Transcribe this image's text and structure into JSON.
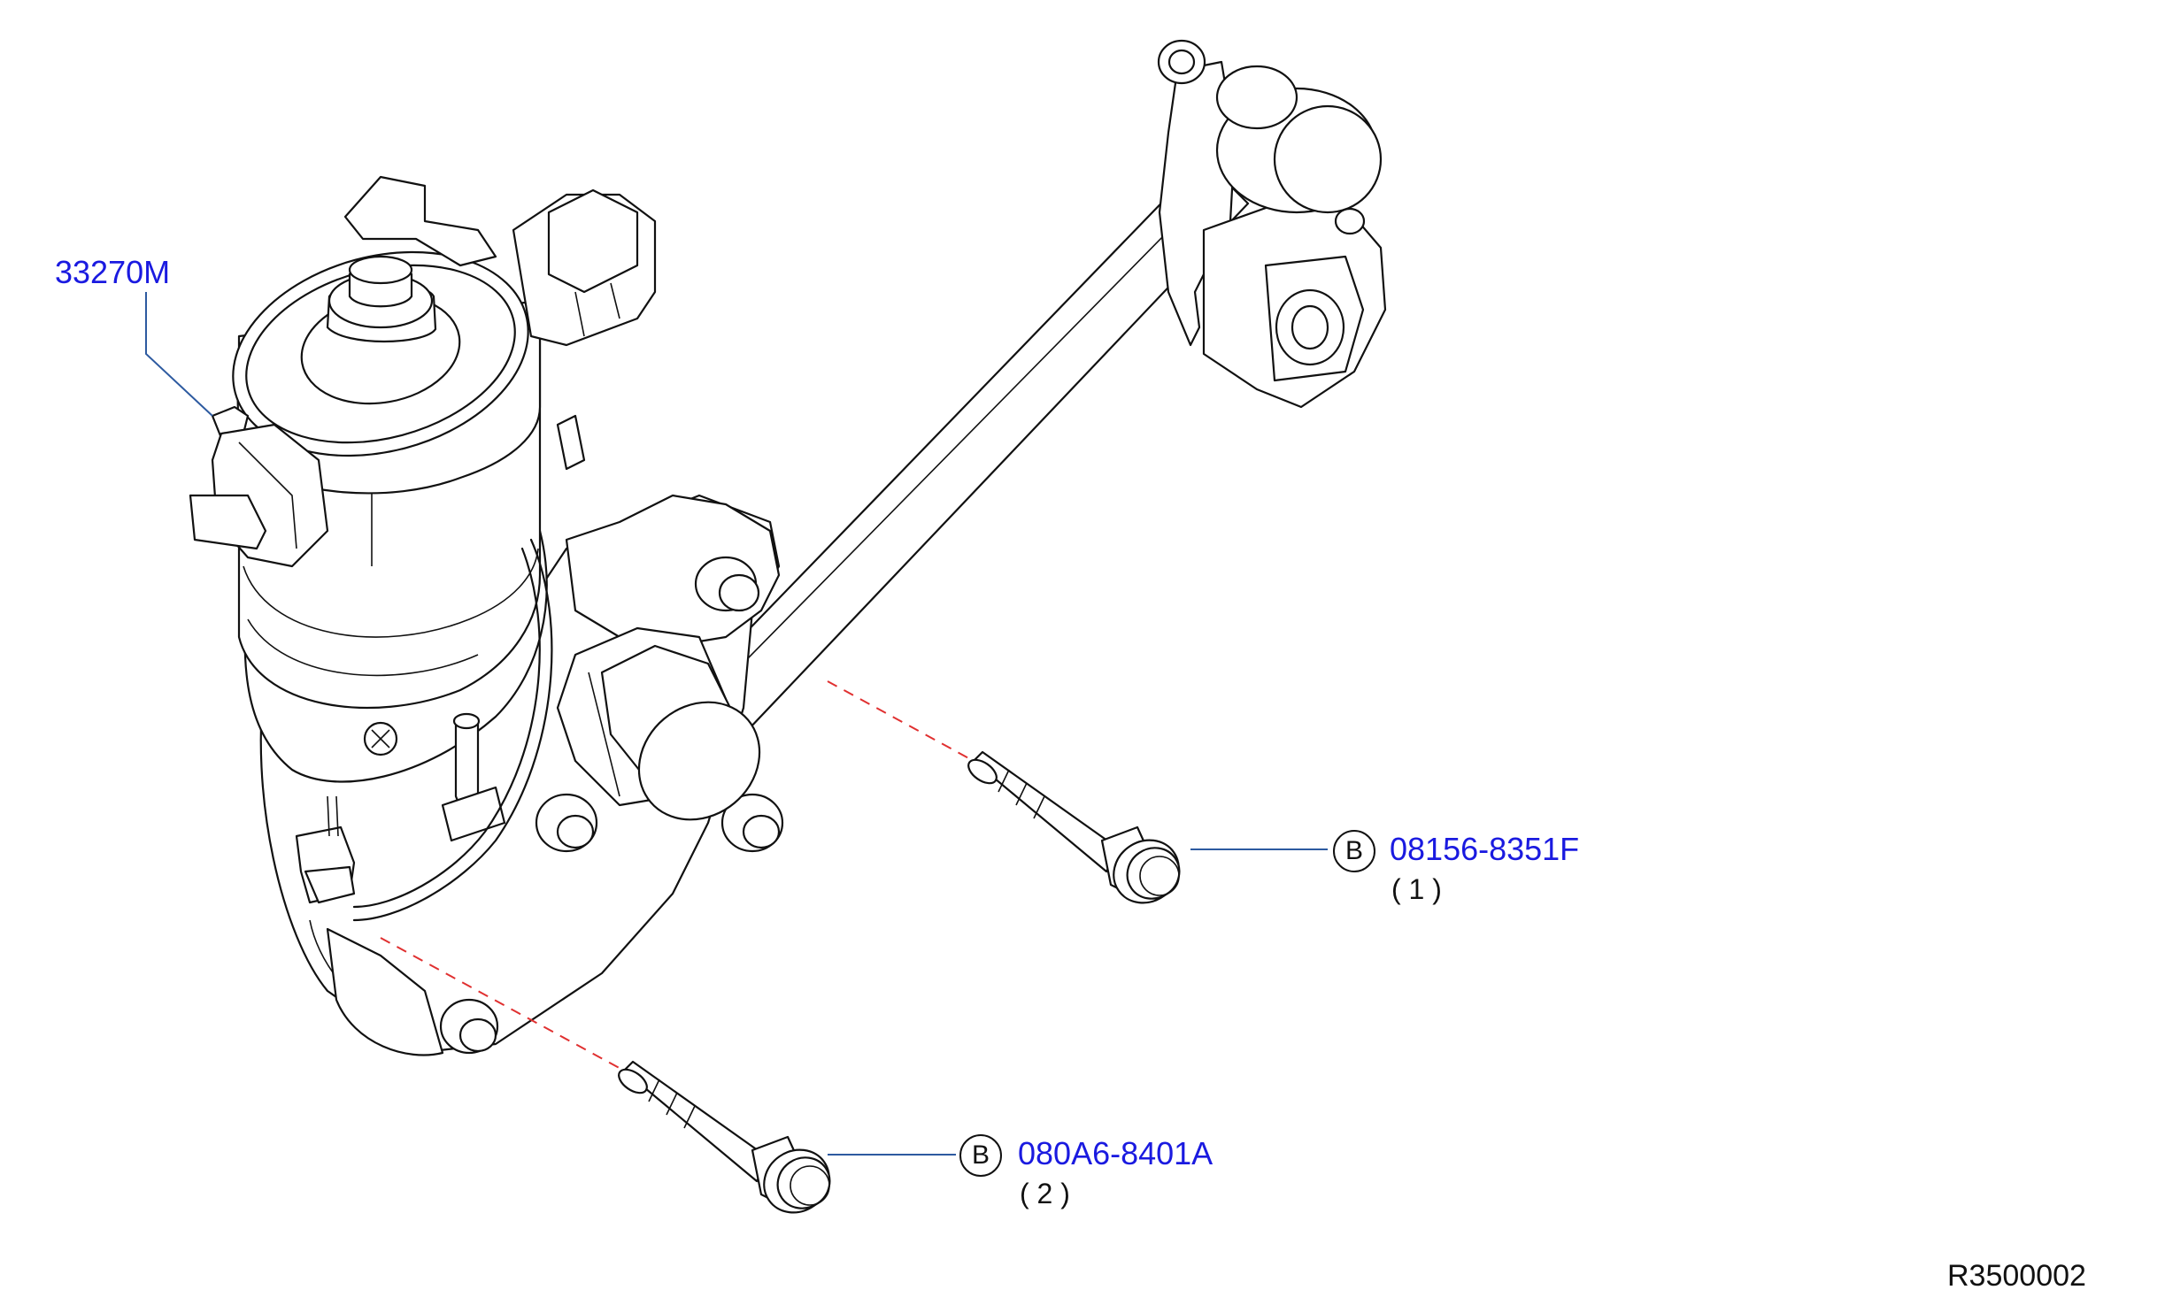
{
  "figure": {
    "drawing_code": "R3500002"
  },
  "callouts": [
    {
      "id": "motor",
      "part_number": "33270M"
    },
    {
      "id": "bolt-1",
      "symbol": "B",
      "part_number": "08156-8351F",
      "quantity": "( 1 )"
    },
    {
      "id": "bolt-2",
      "symbol": "B",
      "part_number": "080A6-8401A",
      "quantity": "( 2 )"
    }
  ],
  "colors": {
    "part_number_text": "#1a1ae0",
    "leader_line": "#2d5aa0",
    "assembly_dash": "#e03030",
    "line_art": "#111111"
  }
}
